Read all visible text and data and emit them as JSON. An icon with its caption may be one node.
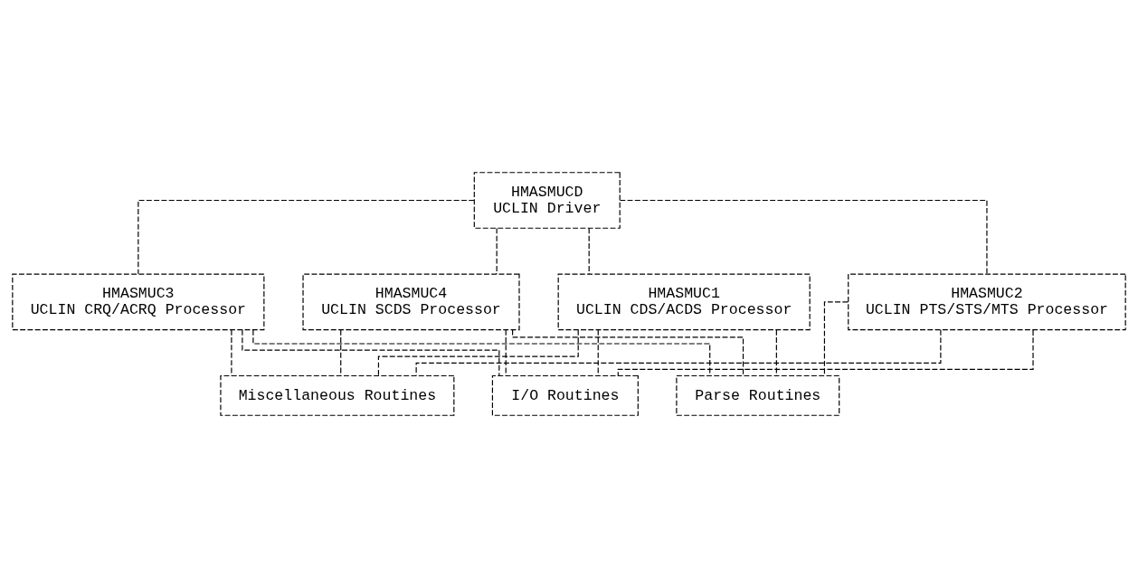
{
  "diagram": {
    "nodes": [
      {
        "text": [
          "HMASMUCD",
          "UCLIN Driver"
        ]
      },
      {
        "text": [
          "HMASMUC1",
          "UCLIN CDS/ACDS Processor"
        ]
      },
      {
        "text": [
          "HMASMUC2",
          "UCLIN PTS/STS/MTS Processor"
        ]
      },
      {
        "text": [
          "HMASMUC3",
          "UCLIN CRQ/ACRQ Processor"
        ]
      },
      {
        "text": [
          "HMASMUC4",
          "UCLIN SCDS Processor"
        ]
      },
      {
        "text": [
          "Miscellaneous Routines"
        ]
      },
      {
        "text": [
          "I/O Routines"
        ]
      },
      {
        "text": [
          "Parse Routines"
        ]
      }
    ],
    "edges": [
      {
        "from": 0,
        "to": 1,
        "arrow": "none",
        "style": "dashed"
      },
      {
        "from": 0,
        "to": 2,
        "arrow": "none",
        "style": "dashed"
      },
      {
        "from": 0,
        "to": 3,
        "arrow": "none",
        "style": "dashed"
      },
      {
        "from": 0,
        "to": 4,
        "arrow": "none",
        "style": "dashed"
      },
      {
        "from": 1,
        "to": 5,
        "arrow": "none",
        "style": "dashed"
      },
      {
        "from": 1,
        "to": 6,
        "arrow": "none",
        "style": "dashed"
      },
      {
        "from": 1,
        "to": 7,
        "arrow": "none",
        "style": "dashed"
      },
      {
        "from": 2,
        "to": 5,
        "arrow": "none",
        "style": "dashed"
      },
      {
        "from": 2,
        "to": 6,
        "arrow": "none",
        "style": "dashed"
      },
      {
        "from": 2,
        "to": 7,
        "arrow": "none",
        "style": "dashed"
      },
      {
        "from": 3,
        "to": 5,
        "arrow": "none",
        "style": "dashed"
      },
      {
        "from": 3,
        "to": 6,
        "arrow": "none",
        "style": "dashed"
      },
      {
        "from": 3,
        "to": 7,
        "arrow": "none",
        "style": "dashed"
      },
      {
        "from": 4,
        "to": 5,
        "arrow": "none",
        "style": "dashed"
      },
      {
        "from": 4,
        "to": 6,
        "arrow": "none",
        "style": "dashed"
      },
      {
        "from": 4,
        "to": 7,
        "arrow": "none",
        "style": "dashed"
      }
    ]
  }
}
